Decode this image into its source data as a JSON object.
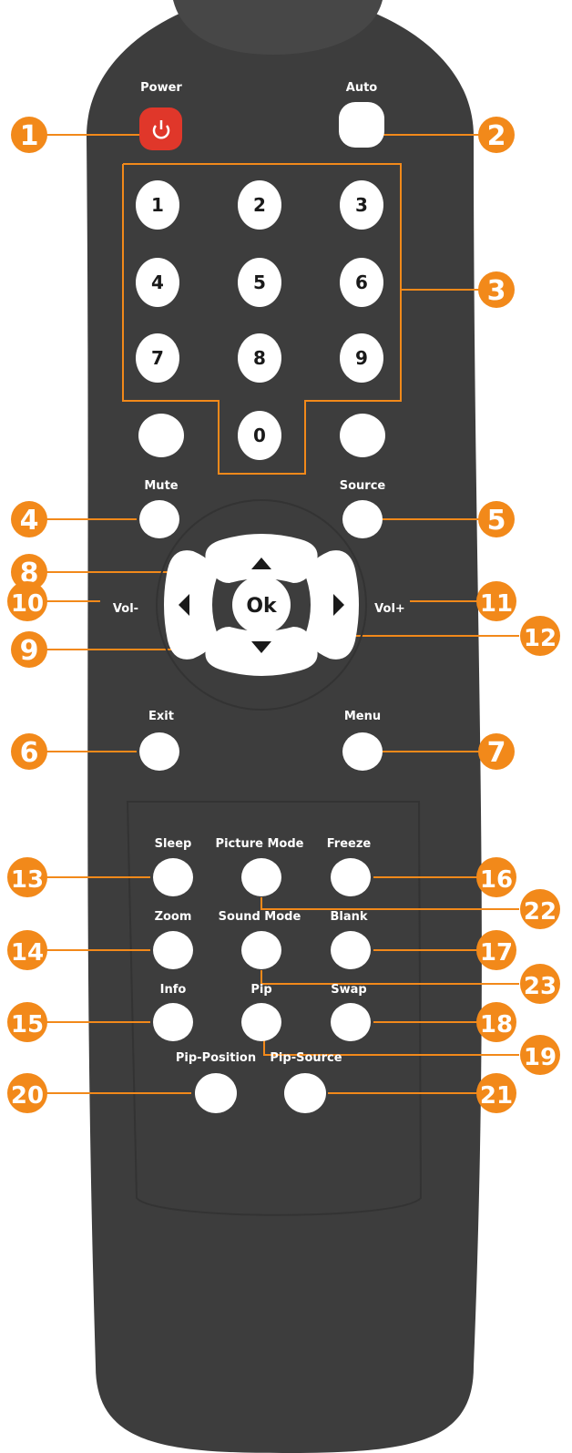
{
  "labels": {
    "power": "Power",
    "auto": "Auto",
    "mute": "Mute",
    "source": "Source",
    "vol_minus": "Vol-",
    "vol_plus": "Vol+",
    "exit": "Exit",
    "menu": "Menu",
    "sleep": "Sleep",
    "picture_mode": "Picture Mode",
    "freeze": "Freeze",
    "zoom": "Zoom",
    "sound_mode": "Sound Mode",
    "blank": "Blank",
    "info": "Info",
    "pip": "Pip",
    "swap": "Swap",
    "pip_position": "Pip-Position",
    "pip_source": "Pip-Source"
  },
  "keys": {
    "k1": "1",
    "k2": "2",
    "k3": "3",
    "k4": "4",
    "k5": "5",
    "k6": "6",
    "k7": "7",
    "k8": "8",
    "k9": "9",
    "k0": "0",
    "ok": "Ok"
  },
  "callouts": {
    "c1": "1",
    "c2": "2",
    "c3": "3",
    "c4": "4",
    "c5": "5",
    "c6": "6",
    "c7": "7",
    "c8": "8",
    "c9": "9",
    "c10": "10",
    "c11": "11",
    "c12": "12",
    "c13": "13",
    "c14": "14",
    "c15": "15",
    "c16": "16",
    "c17": "17",
    "c18": "18",
    "c19": "19",
    "c20": "20",
    "c21": "21",
    "c22": "22",
    "c23": "23"
  },
  "colors": {
    "remote_body": "#3d3d3d",
    "callout": "#f2891a",
    "power_button": "#e0372a",
    "button": "#ffffff"
  },
  "icons": [
    "power-icon",
    "arrow-up-icon",
    "arrow-down-icon",
    "arrow-left-icon",
    "arrow-right-icon"
  ]
}
